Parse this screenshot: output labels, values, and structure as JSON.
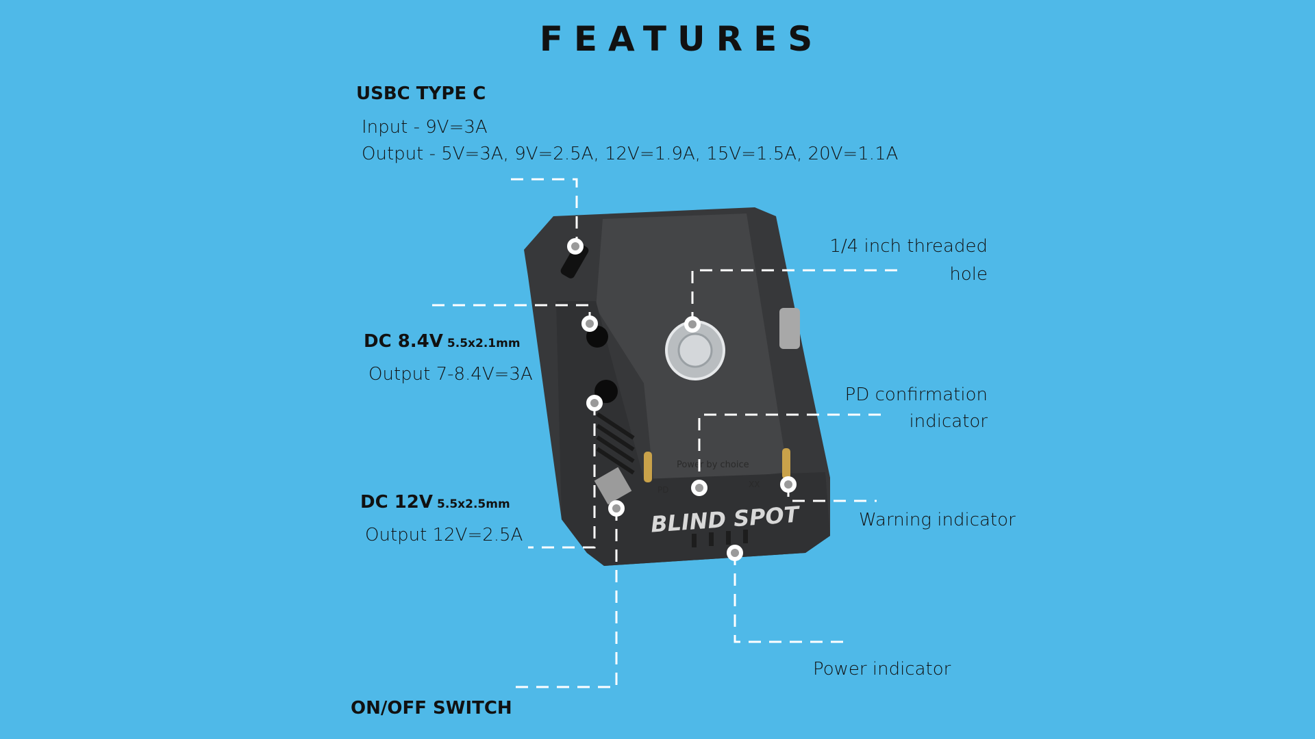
{
  "title": "FEATURES",
  "usbc": {
    "heading": "USBC TYPE C",
    "input": "Input - 9V=3A",
    "output": "Output - 5V=3A, 9V=2.5A, 12V=1.9A, 15V=1.5A, 20V=1.1A"
  },
  "threaded": {
    "line1": "1/4 inch threaded",
    "line2": "hole"
  },
  "dc84": {
    "heading": "DC 8.4V",
    "size": "5.5x2.1mm",
    "output": "Output 7-8.4V=3A"
  },
  "pd": {
    "line1": "PD confirmation",
    "line2": "indicator"
  },
  "dc12": {
    "heading": "DC 12V",
    "size": "5.5x2.5mm",
    "output": "Output 12V=2.5A"
  },
  "warning": "Warning indicator",
  "power": "Power indicator",
  "switch": "ON/OFF SWITCH",
  "device": {
    "brand": "BLIND SPOT",
    "tagline": "Power by choice",
    "pd_label": "PD",
    "xx_label": "XX"
  },
  "colors": {
    "background": "#4fb9e8",
    "device": "#3a3b3d"
  }
}
